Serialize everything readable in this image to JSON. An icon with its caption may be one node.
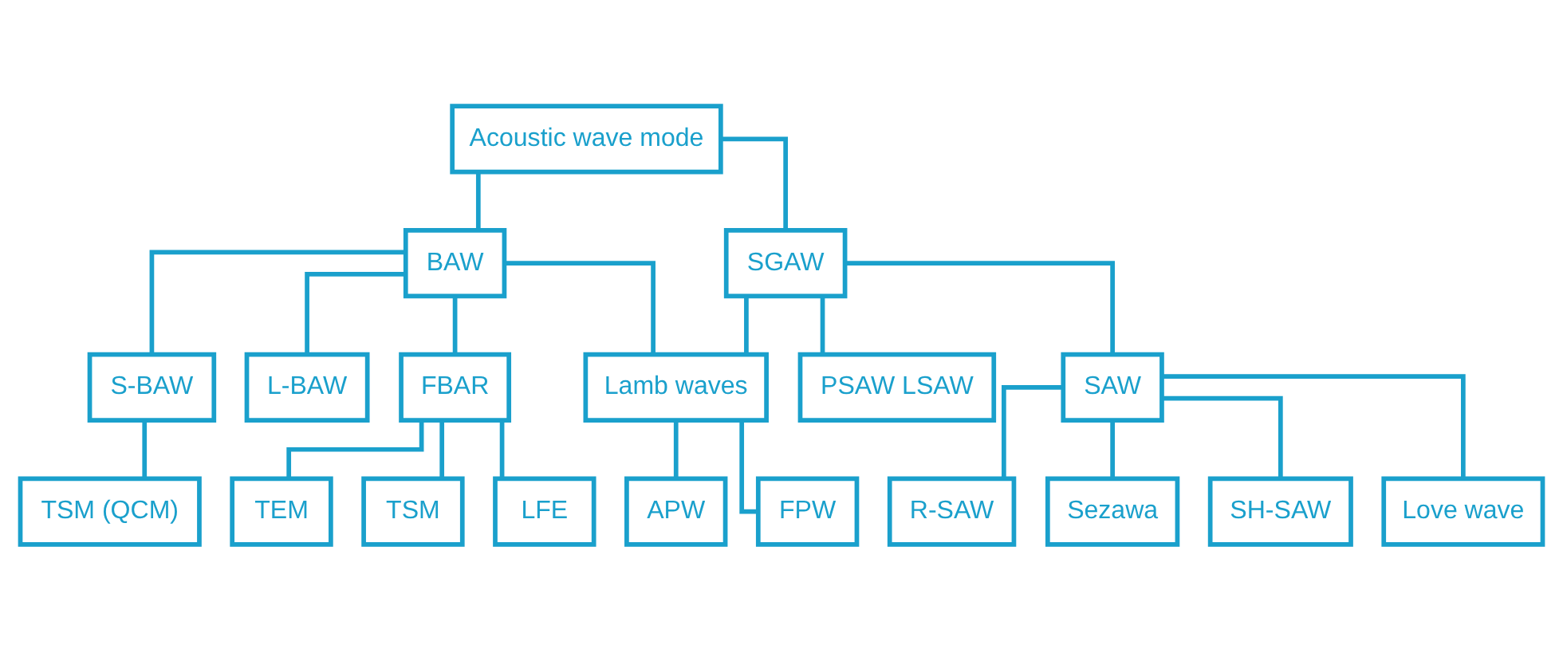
{
  "diagram": {
    "nodes": [
      {
        "text": [
          "Acoustic wave mode"
        ]
      },
      {
        "text": [
          "BAW"
        ]
      },
      {
        "text": [
          "SGAW"
        ]
      },
      {
        "text": [
          "S-BAW"
        ]
      },
      {
        "text": [
          "L-BAW"
        ]
      },
      {
        "text": [
          "FBAR"
        ]
      },
      {
        "text": [
          "Lamb waves"
        ]
      },
      {
        "text": [
          "PSAW LSAW"
        ]
      },
      {
        "text": [
          "SAW"
        ]
      },
      {
        "text": [
          "TSM (QCM)"
        ]
      },
      {
        "text": [
          "APW"
        ]
      },
      {
        "text": [
          "FPW"
        ]
      },
      {
        "text": [
          "TEM"
        ]
      },
      {
        "text": [
          "TSM"
        ]
      },
      {
        "text": [
          "LFE"
        ]
      },
      {
        "text": [
          "R-SAW"
        ]
      },
      {
        "text": [
          "Sezawa"
        ]
      },
      {
        "text": [
          "SH-SAW"
        ]
      },
      {
        "text": [
          "Love wave"
        ]
      }
    ],
    "edges": [
      {
        "from": 0,
        "to": 1,
        "arrow": "none"
      },
      {
        "from": 0,
        "to": 2,
        "arrow": "none"
      },
      {
        "from": 1,
        "to": 3,
        "arrow": "none"
      },
      {
        "from": 1,
        "to": 4,
        "arrow": "none"
      },
      {
        "from": 1,
        "to": 5,
        "arrow": "none"
      },
      {
        "from": 1,
        "to": 6,
        "arrow": "none"
      },
      {
        "from": 2,
        "to": 6,
        "arrow": "none"
      },
      {
        "from": 2,
        "to": 7,
        "arrow": "none"
      },
      {
        "from": 2,
        "to": 8,
        "arrow": "none"
      },
      {
        "from": 3,
        "to": 9,
        "arrow": "none"
      },
      {
        "from": 6,
        "to": 10,
        "arrow": "none"
      },
      {
        "from": 6,
        "to": 11,
        "arrow": "none"
      },
      {
        "from": 5,
        "to": 12,
        "arrow": "none"
      },
      {
        "from": 5,
        "to": 13,
        "arrow": "none"
      },
      {
        "from": 5,
        "to": 14,
        "arrow": "none"
      },
      {
        "from": 8,
        "to": 15,
        "arrow": "none"
      },
      {
        "from": 8,
        "to": 16,
        "arrow": "none"
      },
      {
        "from": 8,
        "to": 17,
        "arrow": "none"
      },
      {
        "from": 8,
        "to": 18,
        "arrow": "none"
      }
    ]
  }
}
